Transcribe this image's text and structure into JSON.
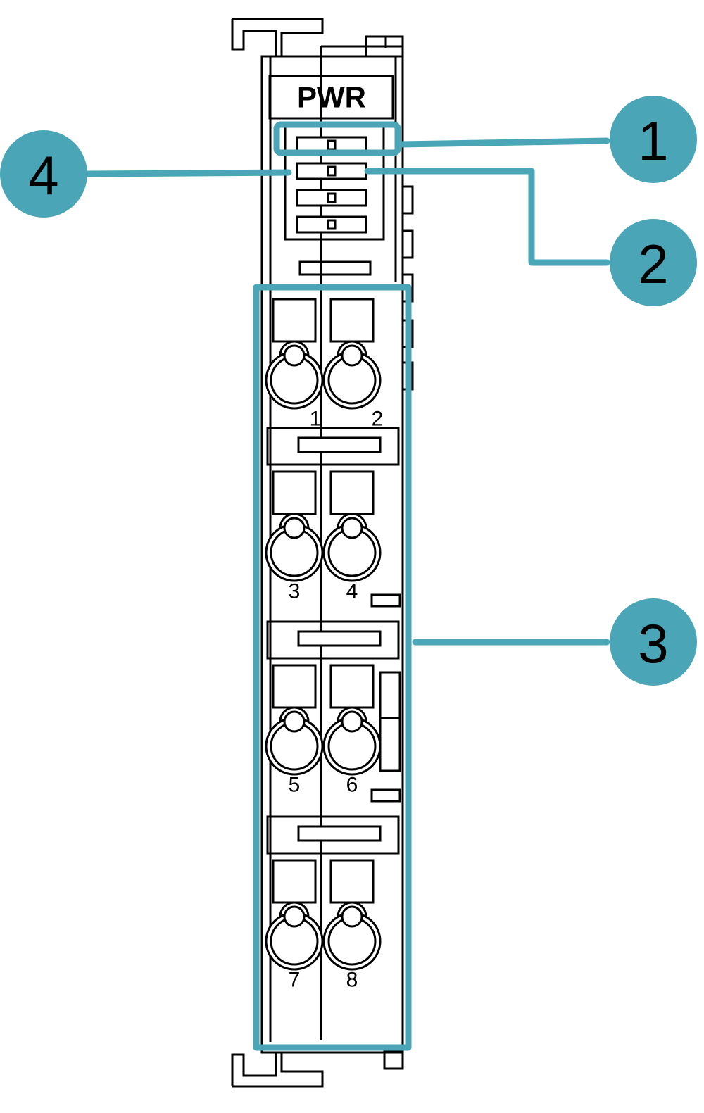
{
  "module": {
    "label": "PWR",
    "led_rows": 4,
    "terminals": [
      "1",
      "2",
      "3",
      "4",
      "5",
      "6",
      "7",
      "8"
    ]
  },
  "callouts": [
    {
      "number": "1"
    },
    {
      "number": "2"
    },
    {
      "number": "3"
    },
    {
      "number": "4"
    }
  ],
  "colors": {
    "callout": "#4aa6b6",
    "outline": "#000000",
    "background": "#ffffff"
  }
}
